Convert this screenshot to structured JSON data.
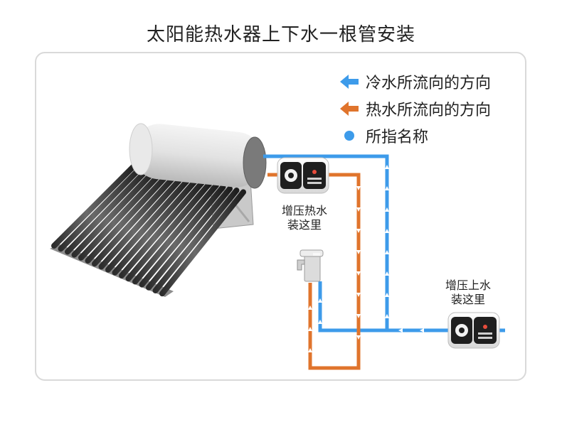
{
  "title": "太阳能热水器上下水一根管安装",
  "legend": {
    "cold": "冷水所流向的方向",
    "hot": "热水所流向的方向",
    "point": "所指名称"
  },
  "labels": {
    "hot_pump_line1": "增压热水",
    "hot_pump_line2": "装这里",
    "cold_pump_line1": "增压上水",
    "cold_pump_line2": "装这里"
  },
  "colors": {
    "cold": "#3d9bea",
    "hot": "#e0742c",
    "point": "#3d9bea"
  },
  "icons": [
    "solar-water-heater-icon",
    "pump-icon",
    "faucet-icon",
    "arrow-left-icon",
    "dot-icon"
  ]
}
